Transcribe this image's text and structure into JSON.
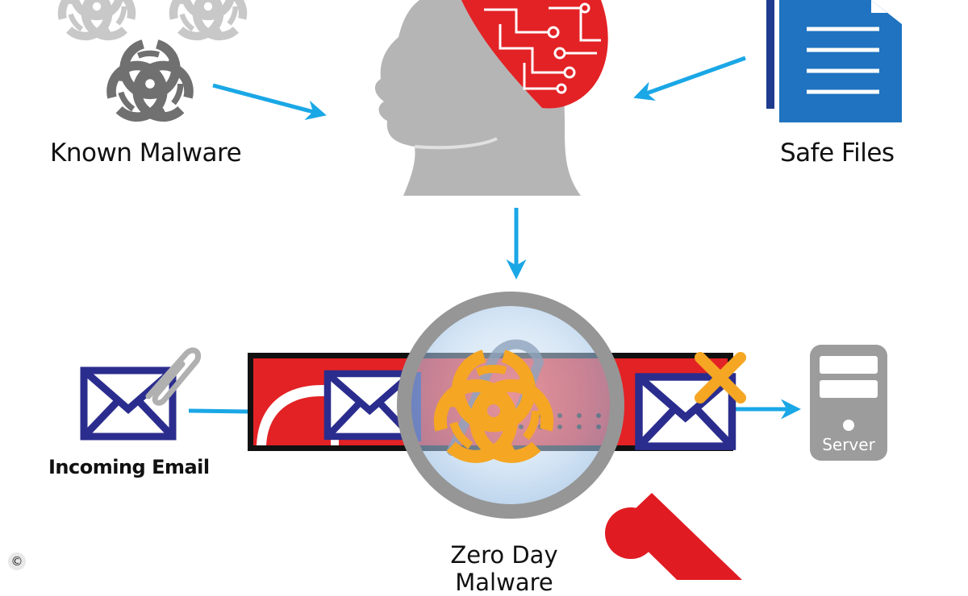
{
  "labels": {
    "known_malware": "Known Malware",
    "safe_files": "Safe Files",
    "incoming_email": "Incoming Email",
    "zero_day": "Zero Day Malware",
    "server": "Server",
    "copyright": "©"
  },
  "icons": {
    "malware": "biohazard-icon",
    "brain": "circuit-brain-icon",
    "head": "human-head-icon",
    "document": "document-icon",
    "email": "envelope-icon",
    "attachment": "paperclip-icon",
    "magnifier": "magnifying-glass-icon",
    "server": "server-icon",
    "blocked": "x-mark-icon"
  },
  "colors": {
    "arrow": "#1aa7e6",
    "envelope": "#2b2d8e",
    "brain": "#e32225",
    "head": "#b5b5b5",
    "document": "#1f73c0",
    "zero_day_biohazard": "#f5a623",
    "x_mark": "#f5a623",
    "server": "#9c9c9c",
    "magnifier_handle": "#e11b22"
  }
}
